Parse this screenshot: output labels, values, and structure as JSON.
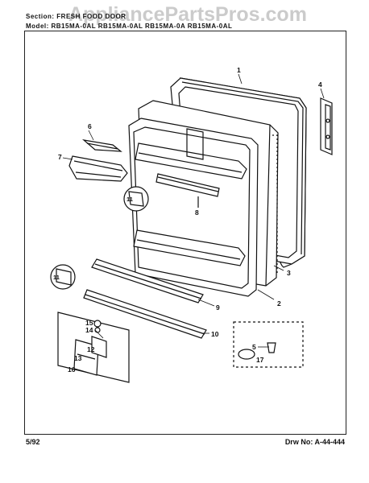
{
  "header": {
    "section_line": "Section: FRESH FOOD DOOR",
    "model_line": "Model: RB15MA-0AL  RB15MA-0AL  RB15MA-0A  RB15MA-0AL"
  },
  "watermark": "AppliancePartsPros.com",
  "callouts": [
    "1",
    "2",
    "3",
    "4",
    "5",
    "6",
    "7",
    "8",
    "9",
    "10",
    "11",
    "11",
    "12",
    "13",
    "14",
    "15",
    "16",
    "17"
  ],
  "footer": {
    "date": "5/92",
    "drawing_number": "Drw No: A-44-444"
  }
}
